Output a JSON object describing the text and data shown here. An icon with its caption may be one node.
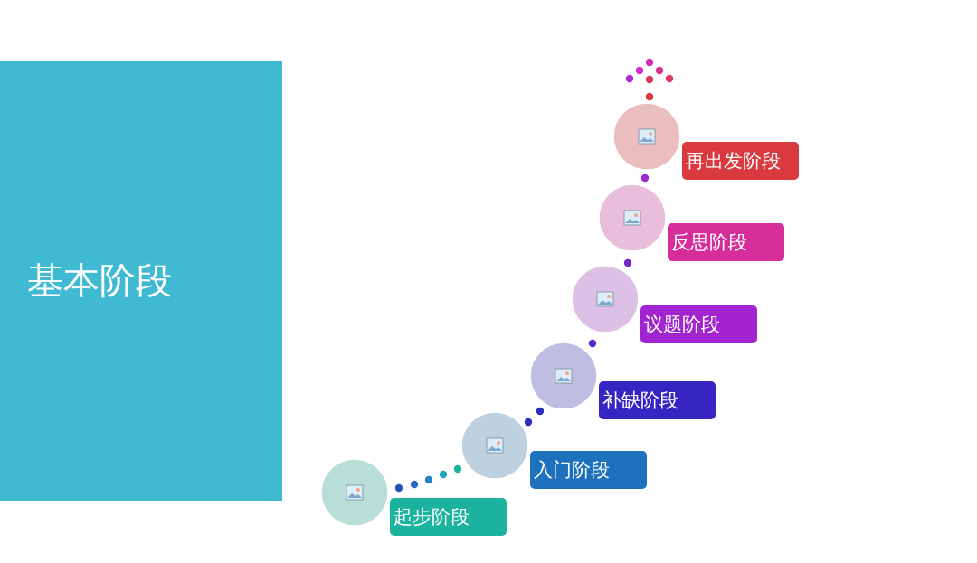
{
  "diagram": {
    "nodes": [
      {
        "text": [
          "基本阶段"
        ]
      },
      {
        "text": [
          "起步阶段"
        ]
      },
      {
        "text": [
          "入门阶段"
        ]
      },
      {
        "text": [
          "补缺阶段"
        ]
      },
      {
        "text": [
          "议题阶段"
        ]
      },
      {
        "text": [
          "反思阶段"
        ]
      },
      {
        "text": [
          "再出发阶段"
        ]
      }
    ]
  }
}
